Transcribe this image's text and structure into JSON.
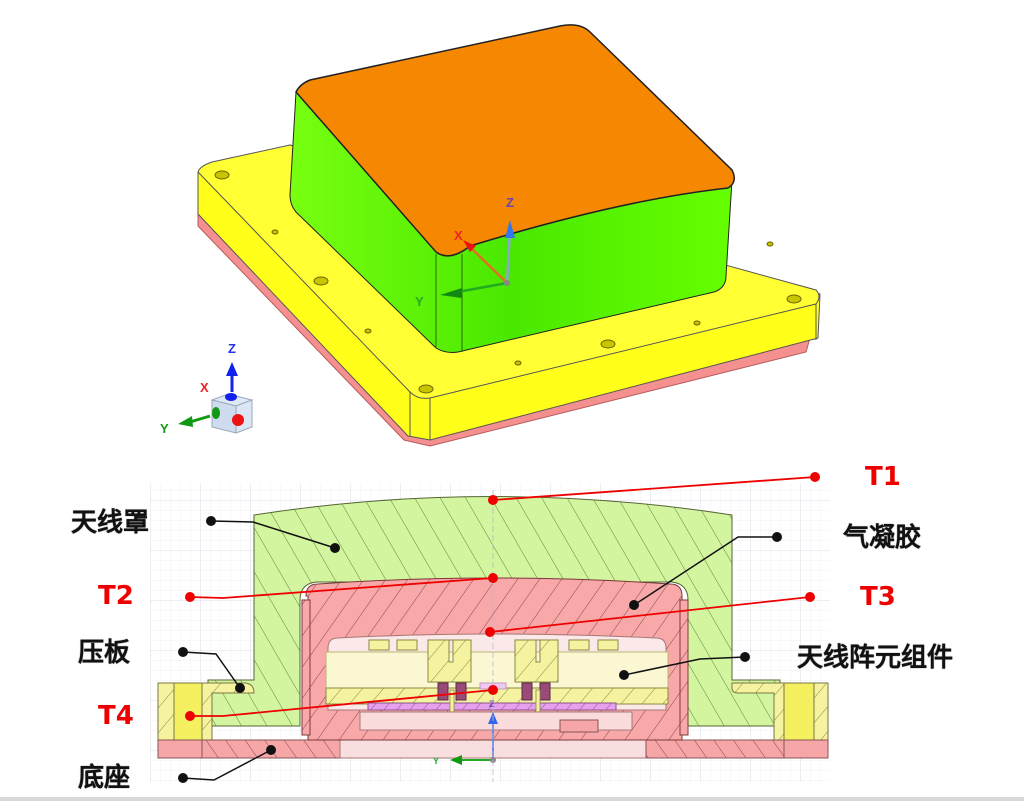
{
  "figure": {
    "iso_view": {
      "description": "3D isometric model of radome assembly",
      "components": [
        {
          "name": "radome-top",
          "color": "#f58a00"
        },
        {
          "name": "radome-side",
          "color": "#55ee00"
        },
        {
          "name": "pressure-plate",
          "color": "#ffff22"
        },
        {
          "name": "base",
          "color": "#f38a8a"
        }
      ],
      "model_triad": {
        "x_label": "X",
        "y_label": "Y",
        "z_label": "Z"
      },
      "view_cube": {
        "x_label": "X",
        "y_label": "Y",
        "z_label": "Z"
      }
    },
    "section_view": {
      "triad": {
        "y_label": "Y",
        "z_label": "Z"
      },
      "part_labels": [
        {
          "id": "radome",
          "text": "天线罩"
        },
        {
          "id": "pressure-plate",
          "text": "压板"
        },
        {
          "id": "base",
          "text": "底座"
        },
        {
          "id": "aerogel",
          "text": "气凝胶"
        },
        {
          "id": "antenna-array",
          "text": "天线阵元组件"
        }
      ],
      "temperature_points": [
        {
          "id": "T1",
          "text": "T1"
        },
        {
          "id": "T2",
          "text": "T2"
        },
        {
          "id": "T3",
          "text": "T3"
        },
        {
          "id": "T4",
          "text": "T4"
        }
      ],
      "colors": {
        "radome": "#d4f5a0",
        "aerogel": "#f8a8a8",
        "plate": "#f6f3a0",
        "base": "#f6a6a6",
        "pcb": "#e6a0ee",
        "chip": "#9a4a78",
        "leader_temp": "#ee0000",
        "leader_part": "#111111"
      }
    }
  }
}
